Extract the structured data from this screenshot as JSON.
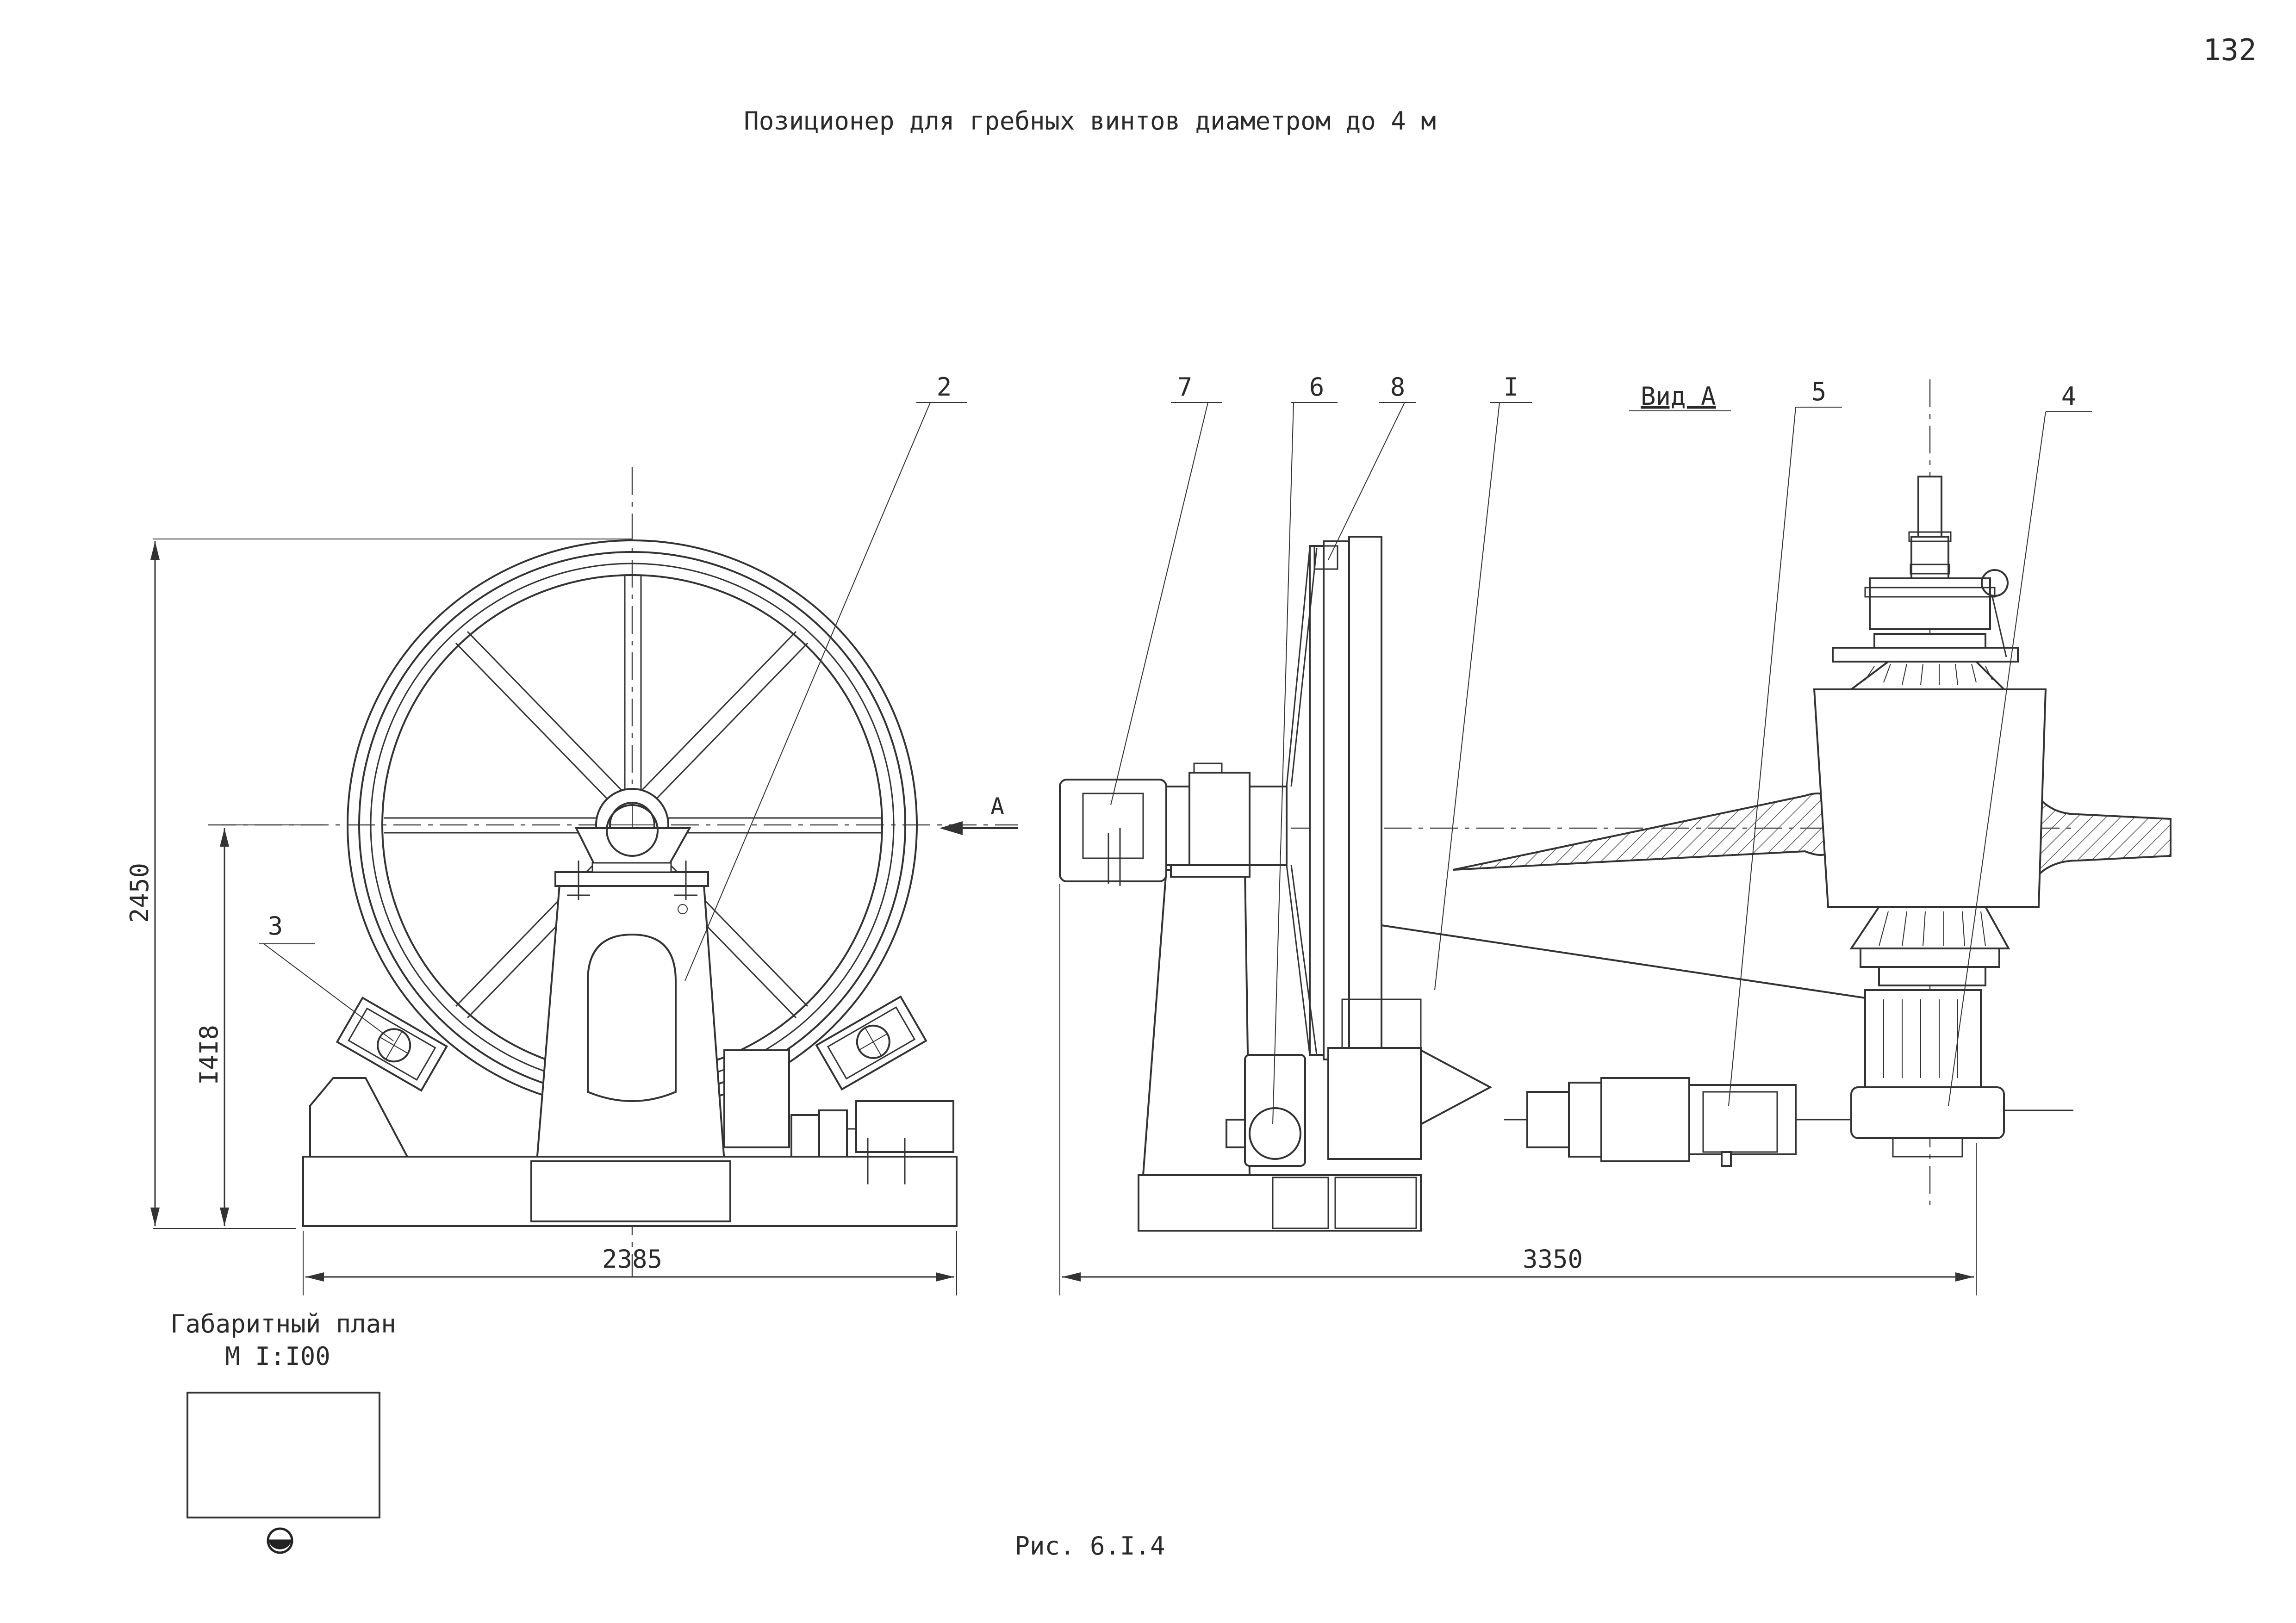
{
  "page_number": "132",
  "title": "Позиционер для гребных винтов диаметром до 4 м",
  "figure_caption": "Рис. 6.I.4",
  "view_label": "Вид А",
  "view_arrow_label": "А",
  "callouts": [
    "2",
    "3",
    "7",
    "6",
    "8",
    "I",
    "5",
    "4"
  ],
  "dimensions": {
    "overall_height": "2450",
    "axis_height": "I4I8",
    "front_width": "2385",
    "side_length": "3350"
  },
  "plan": {
    "title": "Габаритный план",
    "scale": "М I:I00"
  }
}
